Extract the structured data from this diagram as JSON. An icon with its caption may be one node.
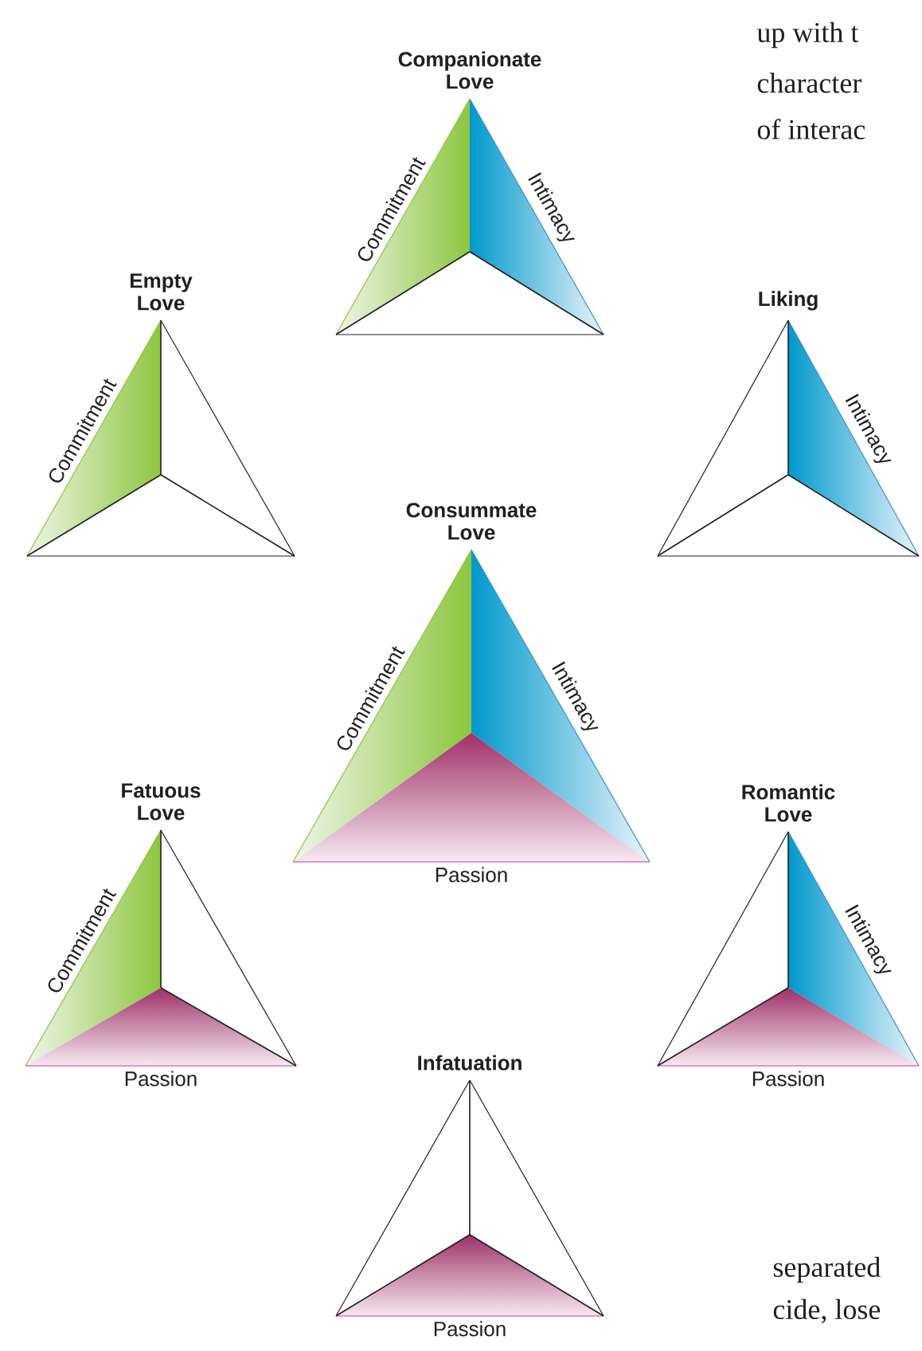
{
  "diagram": {
    "nodes": [
      {
        "text": [
          "Companionate Love",
          "Commitment",
          "Intimacy"
        ]
      },
      {
        "text": [
          "Empty Love",
          "Commitment"
        ]
      },
      {
        "text": [
          "Liking",
          "Intimacy"
        ]
      },
      {
        "text": [
          "Consummate Love",
          "Commitment",
          "Intimacy",
          "Passion"
        ]
      },
      {
        "text": [
          "Fatuous Love",
          "Commitment",
          "Passion"
        ]
      },
      {
        "text": [
          "Romantic Love",
          "Intimacy",
          "Passion"
        ]
      },
      {
        "text": [
          "Infatuation",
          "Passion"
        ]
      }
    ],
    "edges": [],
    "labels": [
      "up with t",
      "character",
      "of interac",
      "separated",
      "cide, lose"
    ]
  }
}
